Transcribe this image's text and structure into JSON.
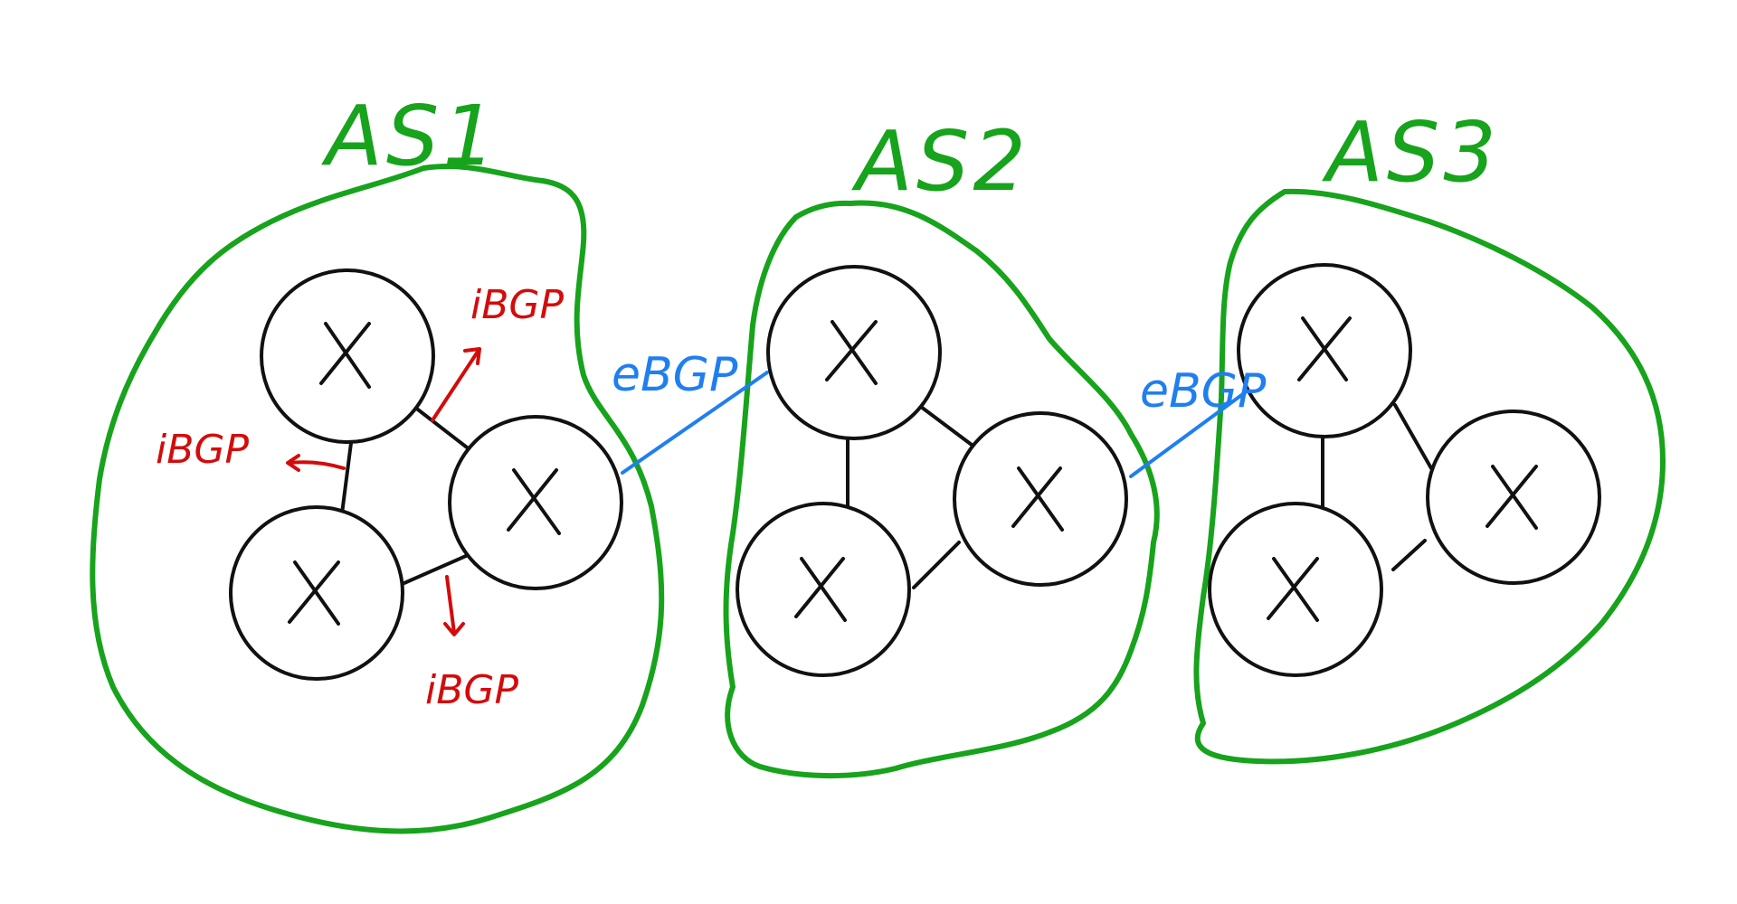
{
  "autonomous_systems": [
    {
      "label": "AS1"
    },
    {
      "label": "AS2"
    },
    {
      "label": "AS3"
    }
  ],
  "router_symbol": "X",
  "ibgp_labels": [
    "iBGP",
    "iBGP",
    "iBGP"
  ],
  "ebgp_labels": [
    "eBGP",
    "eBGP"
  ],
  "colors": {
    "as_outline": "#17a31c",
    "ibgp": "#d40b0b",
    "ebgp": "#1f7ff0",
    "router": "#111111"
  }
}
